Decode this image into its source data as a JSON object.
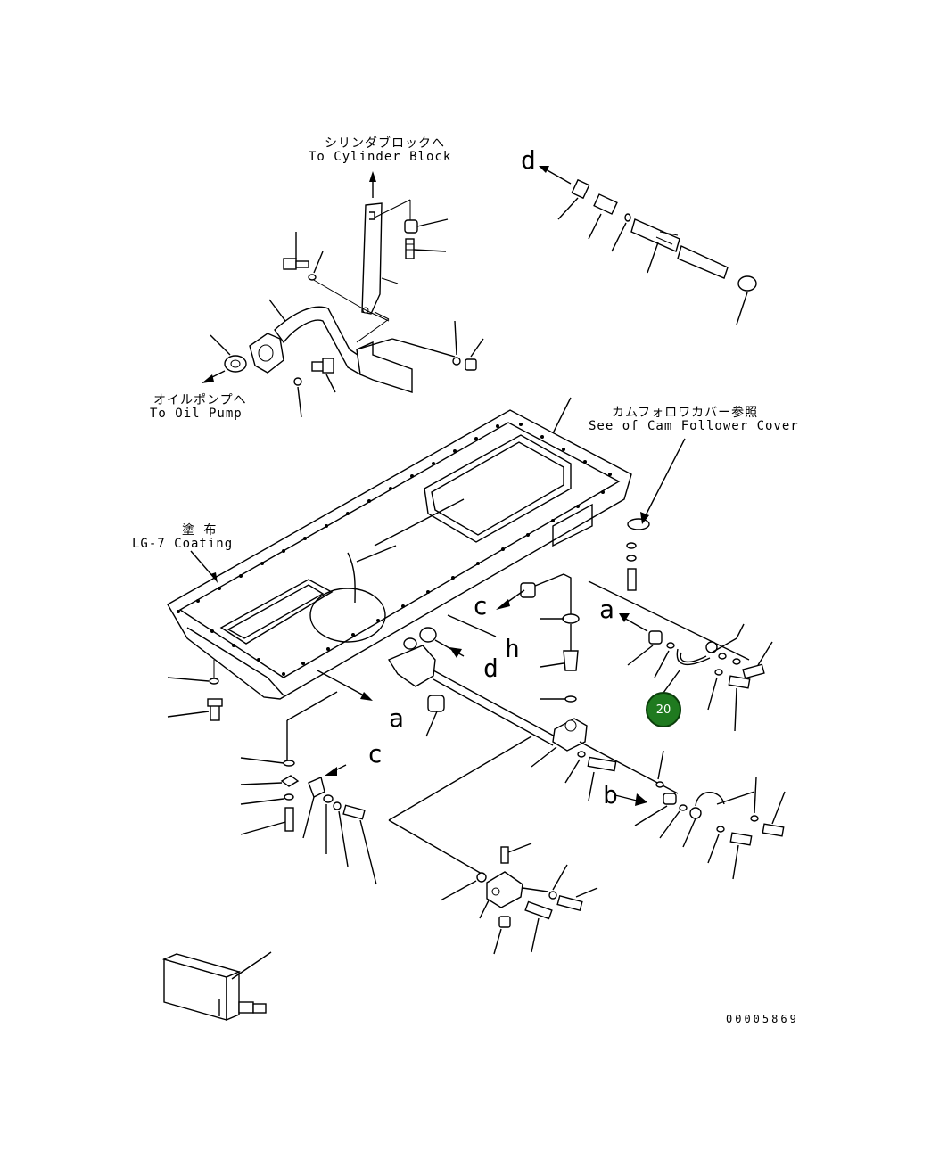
{
  "labels": {
    "to_cylinder_block_jp": "シリンダブロックへ",
    "to_cylinder_block_en": "To Cylinder Block",
    "to_oil_pump_jp": "オイルポンプへ",
    "to_oil_pump_en": "To Oil Pump",
    "cam_follower_jp": "カムフォロワカバー参照",
    "cam_follower_en": "See of Cam Follower Cover",
    "coating_jp": "塗 布",
    "coating_en": "LG-7 Coating"
  },
  "connection_letters": {
    "d_top": "d",
    "c_mid": "c",
    "h_mid": "h",
    "d_mid": "d",
    "a_right": "a",
    "a_lower": "a",
    "c_lower": "c",
    "b_lower": "b"
  },
  "callout": {
    "number": "20",
    "color": "#1f7a1f"
  },
  "document_number": "00005869"
}
